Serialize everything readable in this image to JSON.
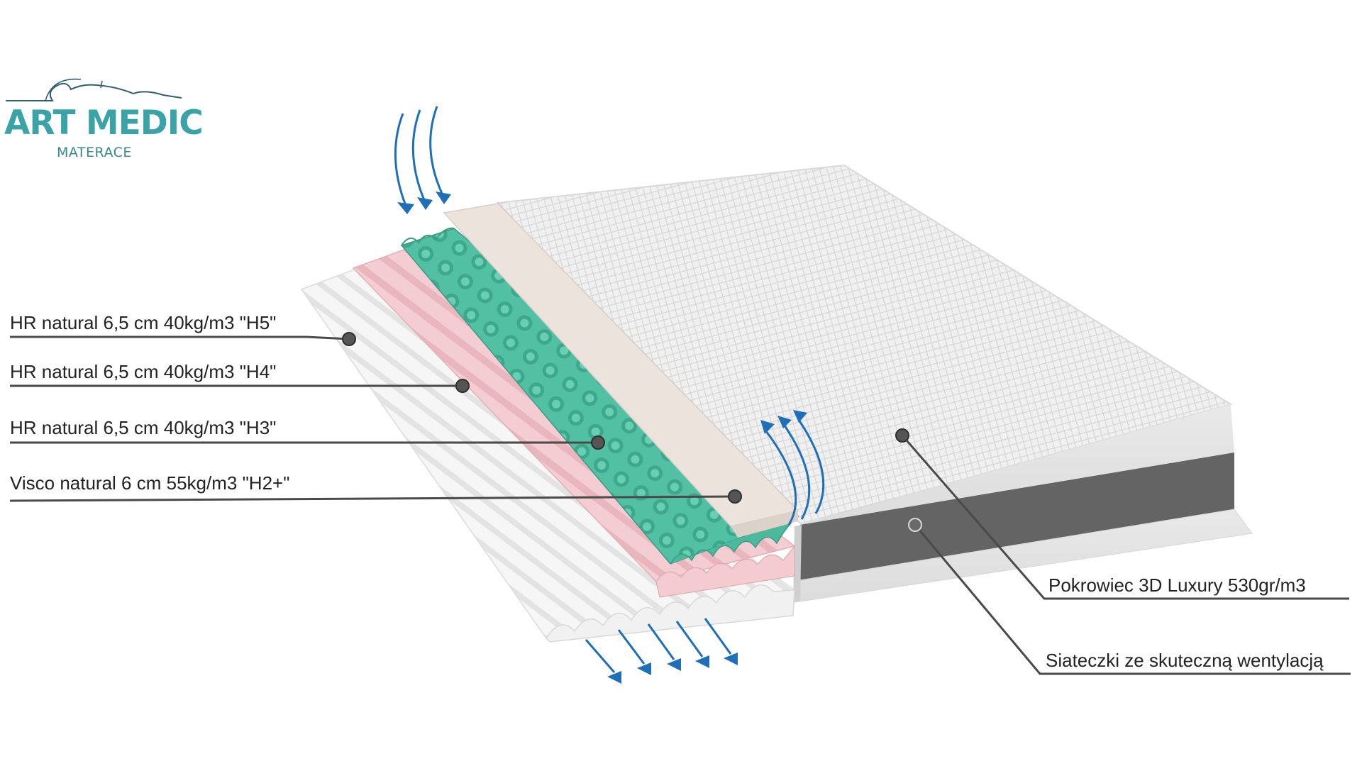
{
  "brand": {
    "name": "ART MEDIC",
    "tagline": "MATERACE",
    "color": "#3aa3a7",
    "logo_icon": "sleeping-person-icon"
  },
  "layers": [
    {
      "label": "HR natural 6,5 cm 40kg/m3 \"H5\"",
      "color": "#f4f4f4"
    },
    {
      "label": "HR natural 6,5 cm 40kg/m3 \"H4\"",
      "color": "#f2c8cc"
    },
    {
      "label": "HR natural 6,5 cm 40kg/m3 \"H3\"",
      "color": "#4fbfa2"
    },
    {
      "label": "Visco natural 6 cm 55kg/m3 \"H2+\"",
      "color": "#ece3dc"
    }
  ],
  "features": [
    {
      "label": "Pokrowiec 3D Luxury 530gr/m3",
      "color": "#f2f2f2"
    },
    {
      "label": "Siateczki ze skuteczną wentylacją",
      "color": "#646464"
    }
  ],
  "colors": {
    "airflow_arrows": "#1e6fba",
    "leader_lines": "#4a4a4a"
  }
}
